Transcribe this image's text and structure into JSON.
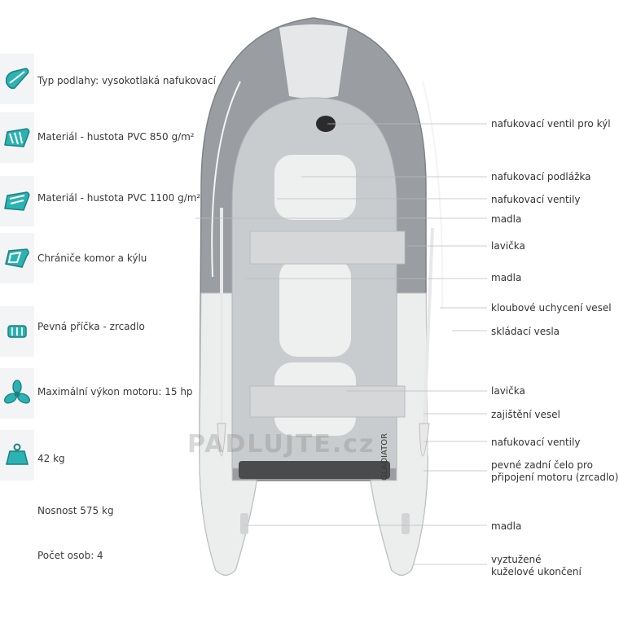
{
  "specs": [
    {
      "icon": "floor-boat-icon",
      "label": "Typ podlahy: vysokotlaká nafukovací"
    },
    {
      "icon": "boat-pvc-850-icon",
      "label": "Materiál - hustota PVC 850 g/m²"
    },
    {
      "icon": "boat-pvc-1100-icon",
      "label": "Materiál - hustota PVC 1100 g/m²"
    },
    {
      "icon": "hull-protector-icon",
      "label": "Chrániče komor a kýlu"
    },
    {
      "icon": "transom-icon",
      "label": "Pevná příčka - zrcadlo"
    },
    {
      "icon": "propeller-icon",
      "label": "Maximální výkon motoru: 15 hp"
    },
    {
      "icon": "weight-icon",
      "label": "42 kg"
    }
  ],
  "capacity": {
    "label": "Nosnost 575 kg"
  },
  "persons": {
    "label": "Počet osob:  4"
  },
  "callouts": [
    {
      "label": "nafukovací ventil pro kýl"
    },
    {
      "label": "nafukovací podlážka"
    },
    {
      "label": "nafukovací ventily"
    },
    {
      "label": "madla"
    },
    {
      "label": "lavička"
    },
    {
      "label": "madla"
    },
    {
      "label": "kloubové uchycení vesel"
    },
    {
      "label": "skládací vesla"
    },
    {
      "label": "lavička"
    },
    {
      "label": "zajištění vesel"
    },
    {
      "label": "nafukovací ventily"
    },
    {
      "label": "pevné zadní čelo pro\npřipojení motoru (zrcadlo)",
      "line1": "pevné zadní čelo pro",
      "line2": "připojení motoru (zrcadlo)"
    },
    {
      "label": "madla"
    },
    {
      "label": "vyztužené\nkuželové ukončení",
      "line1": "vyztužené",
      "line2": "kuželové ukončení"
    }
  ],
  "boat": {
    "brand": "GLADIATOR"
  },
  "watermark": {
    "text": "PADLUJTE.cz"
  },
  "colors": {
    "accent": "#2bb3b3",
    "tube": "#9a9da1",
    "tube_light": "#e9eaeb",
    "floor": "#c9ccce"
  }
}
